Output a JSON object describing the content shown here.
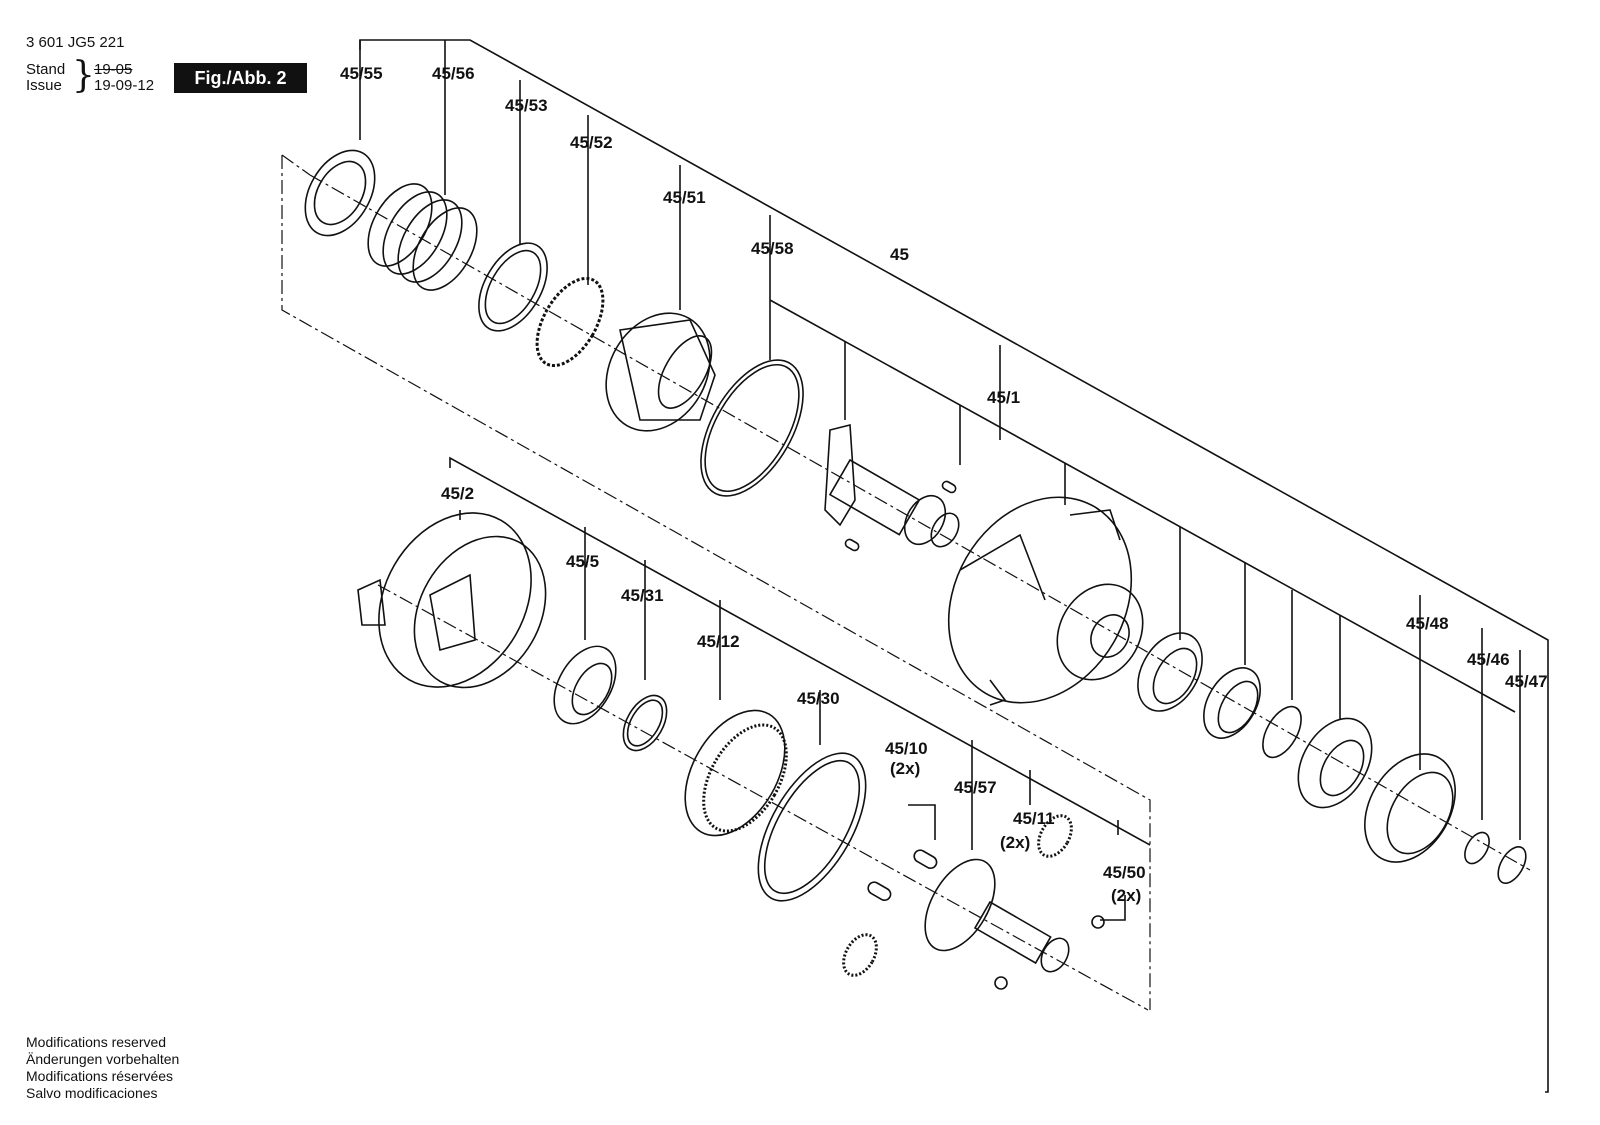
{
  "header": {
    "part_number": "3 601 JG5 221",
    "stand_label": "Stand",
    "issue_label": "Issue",
    "date_old": "19-05",
    "date_new": "19-09-12",
    "figure_badge": "Fig./Abb. 2"
  },
  "footer": {
    "lines": [
      "Modifications reserved",
      "Änderungen vorbehalten",
      "Modifications réservées",
      "Salvo modificaciones"
    ]
  },
  "callouts": {
    "c_45_55": "45/55",
    "c_45_56": "45/56",
    "c_45_53": "45/53",
    "c_45_52": "45/52",
    "c_45_51": "45/51",
    "c_45_58": "45/58",
    "c_45": "45",
    "c_45_1": "45/1",
    "c_45_2": "45/2",
    "c_45_5": "45/5",
    "c_45_31": "45/31",
    "c_45_12": "45/12",
    "c_45_30": "45/30",
    "c_45_10": "45/10",
    "c_45_10_qty": "(2x)",
    "c_45_57": "45/57",
    "c_45_11": "45/11",
    "c_45_11_qty": "(2x)",
    "c_45_50": "45/50",
    "c_45_50_qty": "(2x)",
    "c_45_48": "45/48",
    "c_45_46": "45/46",
    "c_45_47": "45/47"
  }
}
